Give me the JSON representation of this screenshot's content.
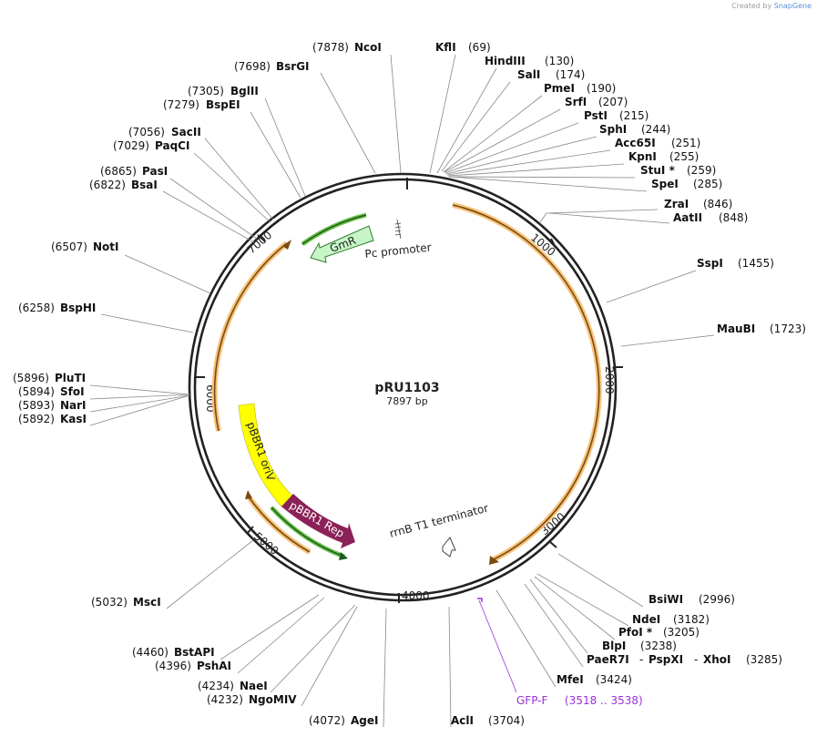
{
  "credit": {
    "prefix": "Created by",
    "brand": "SnapGene"
  },
  "plasmid": {
    "name": "pRU1103",
    "length_label": "7897 bp",
    "total_bp": 7897
  },
  "ticks": [
    "1000",
    "2000",
    "3000",
    "4000",
    "5000",
    "6000",
    "7000"
  ],
  "colors": {
    "backbone": "#222222",
    "orange_feature": "#f6c27a",
    "gmr": "#c8f5c8",
    "gmr_stroke": "#2f7d2f",
    "oriv": "#ffff00",
    "rep": "#8b2257",
    "green_arrow": "#6cc24a",
    "gfp": "#9b30d9",
    "site_line": "#888888"
  },
  "features": {
    "gmr": "GmR",
    "pc_promoter": "Pc promoter",
    "oriv": "pBBR1 oriV",
    "rep": "pBBR1 Rep",
    "terminator": "rrnB T1 terminator"
  },
  "sites": [
    {
      "name": "NcoI",
      "pos": "(7878)"
    },
    {
      "name": "KflI",
      "pos": "(69)"
    },
    {
      "name": "BsrGI",
      "pos": "(7698)"
    },
    {
      "name": "HindIII",
      "pos": "(130)"
    },
    {
      "name": "SalI",
      "pos": "(174)"
    },
    {
      "name": "BglII",
      "pos": "(7305)"
    },
    {
      "name": "PmeI",
      "pos": "(190)"
    },
    {
      "name": "BspEI",
      "pos": "(7279)"
    },
    {
      "name": "SrfI",
      "pos": "(207)"
    },
    {
      "name": "PstI",
      "pos": "(215)"
    },
    {
      "name": "SacII",
      "pos": "(7056)"
    },
    {
      "name": "SphI",
      "pos": "(244)"
    },
    {
      "name": "PaqCI",
      "pos": "(7029)"
    },
    {
      "name": "Acc65I",
      "pos": "(251)"
    },
    {
      "name": "KpnI",
      "pos": "(255)"
    },
    {
      "name": "PasI",
      "pos": "(6865)"
    },
    {
      "name": "StuI *",
      "pos": "(259)"
    },
    {
      "name": "BsaI",
      "pos": "(6822)"
    },
    {
      "name": "SpeI",
      "pos": "(285)"
    },
    {
      "name": "ZraI",
      "pos": "(846)"
    },
    {
      "name": "AatII",
      "pos": "(848)"
    },
    {
      "name": "NotI",
      "pos": "(6507)"
    },
    {
      "name": "SspI",
      "pos": "(1455)"
    },
    {
      "name": "BspHI",
      "pos": "(6258)"
    },
    {
      "name": "MauBI",
      "pos": "(1723)"
    },
    {
      "name": "PluTI",
      "pos": "(5896)"
    },
    {
      "name": "SfoI",
      "pos": "(5894)"
    },
    {
      "name": "NarI",
      "pos": "(5893)"
    },
    {
      "name": "KasI",
      "pos": "(5892)"
    },
    {
      "name": "BsiWI",
      "pos": "(2996)"
    },
    {
      "name": "NdeI",
      "pos": "(3182)"
    },
    {
      "name": "PfoI *",
      "pos": "(3205)"
    },
    {
      "name": "BlpI",
      "pos": "(3238)"
    },
    {
      "name": "MscI",
      "pos": "(5032)"
    },
    {
      "name": "PaeR7I",
      "pos": ""
    },
    {
      "name": "PspXI",
      "pos": ""
    },
    {
      "name": "XhoI",
      "pos": "(3285)"
    },
    {
      "name": "BstAPI",
      "pos": "(4460)"
    },
    {
      "name": "PshAI",
      "pos": "(4396)"
    },
    {
      "name": "MfeI",
      "pos": "(3424)"
    },
    {
      "name": "NaeI",
      "pos": "(4234)"
    },
    {
      "name": "NgoMIV",
      "pos": "(4232)"
    },
    {
      "name": "AgeI",
      "pos": "(4072)"
    },
    {
      "name": "AclI",
      "pos": "(3704)"
    }
  ],
  "primer": {
    "name": "GFP-F",
    "range": "(3518 .. 3538)"
  }
}
